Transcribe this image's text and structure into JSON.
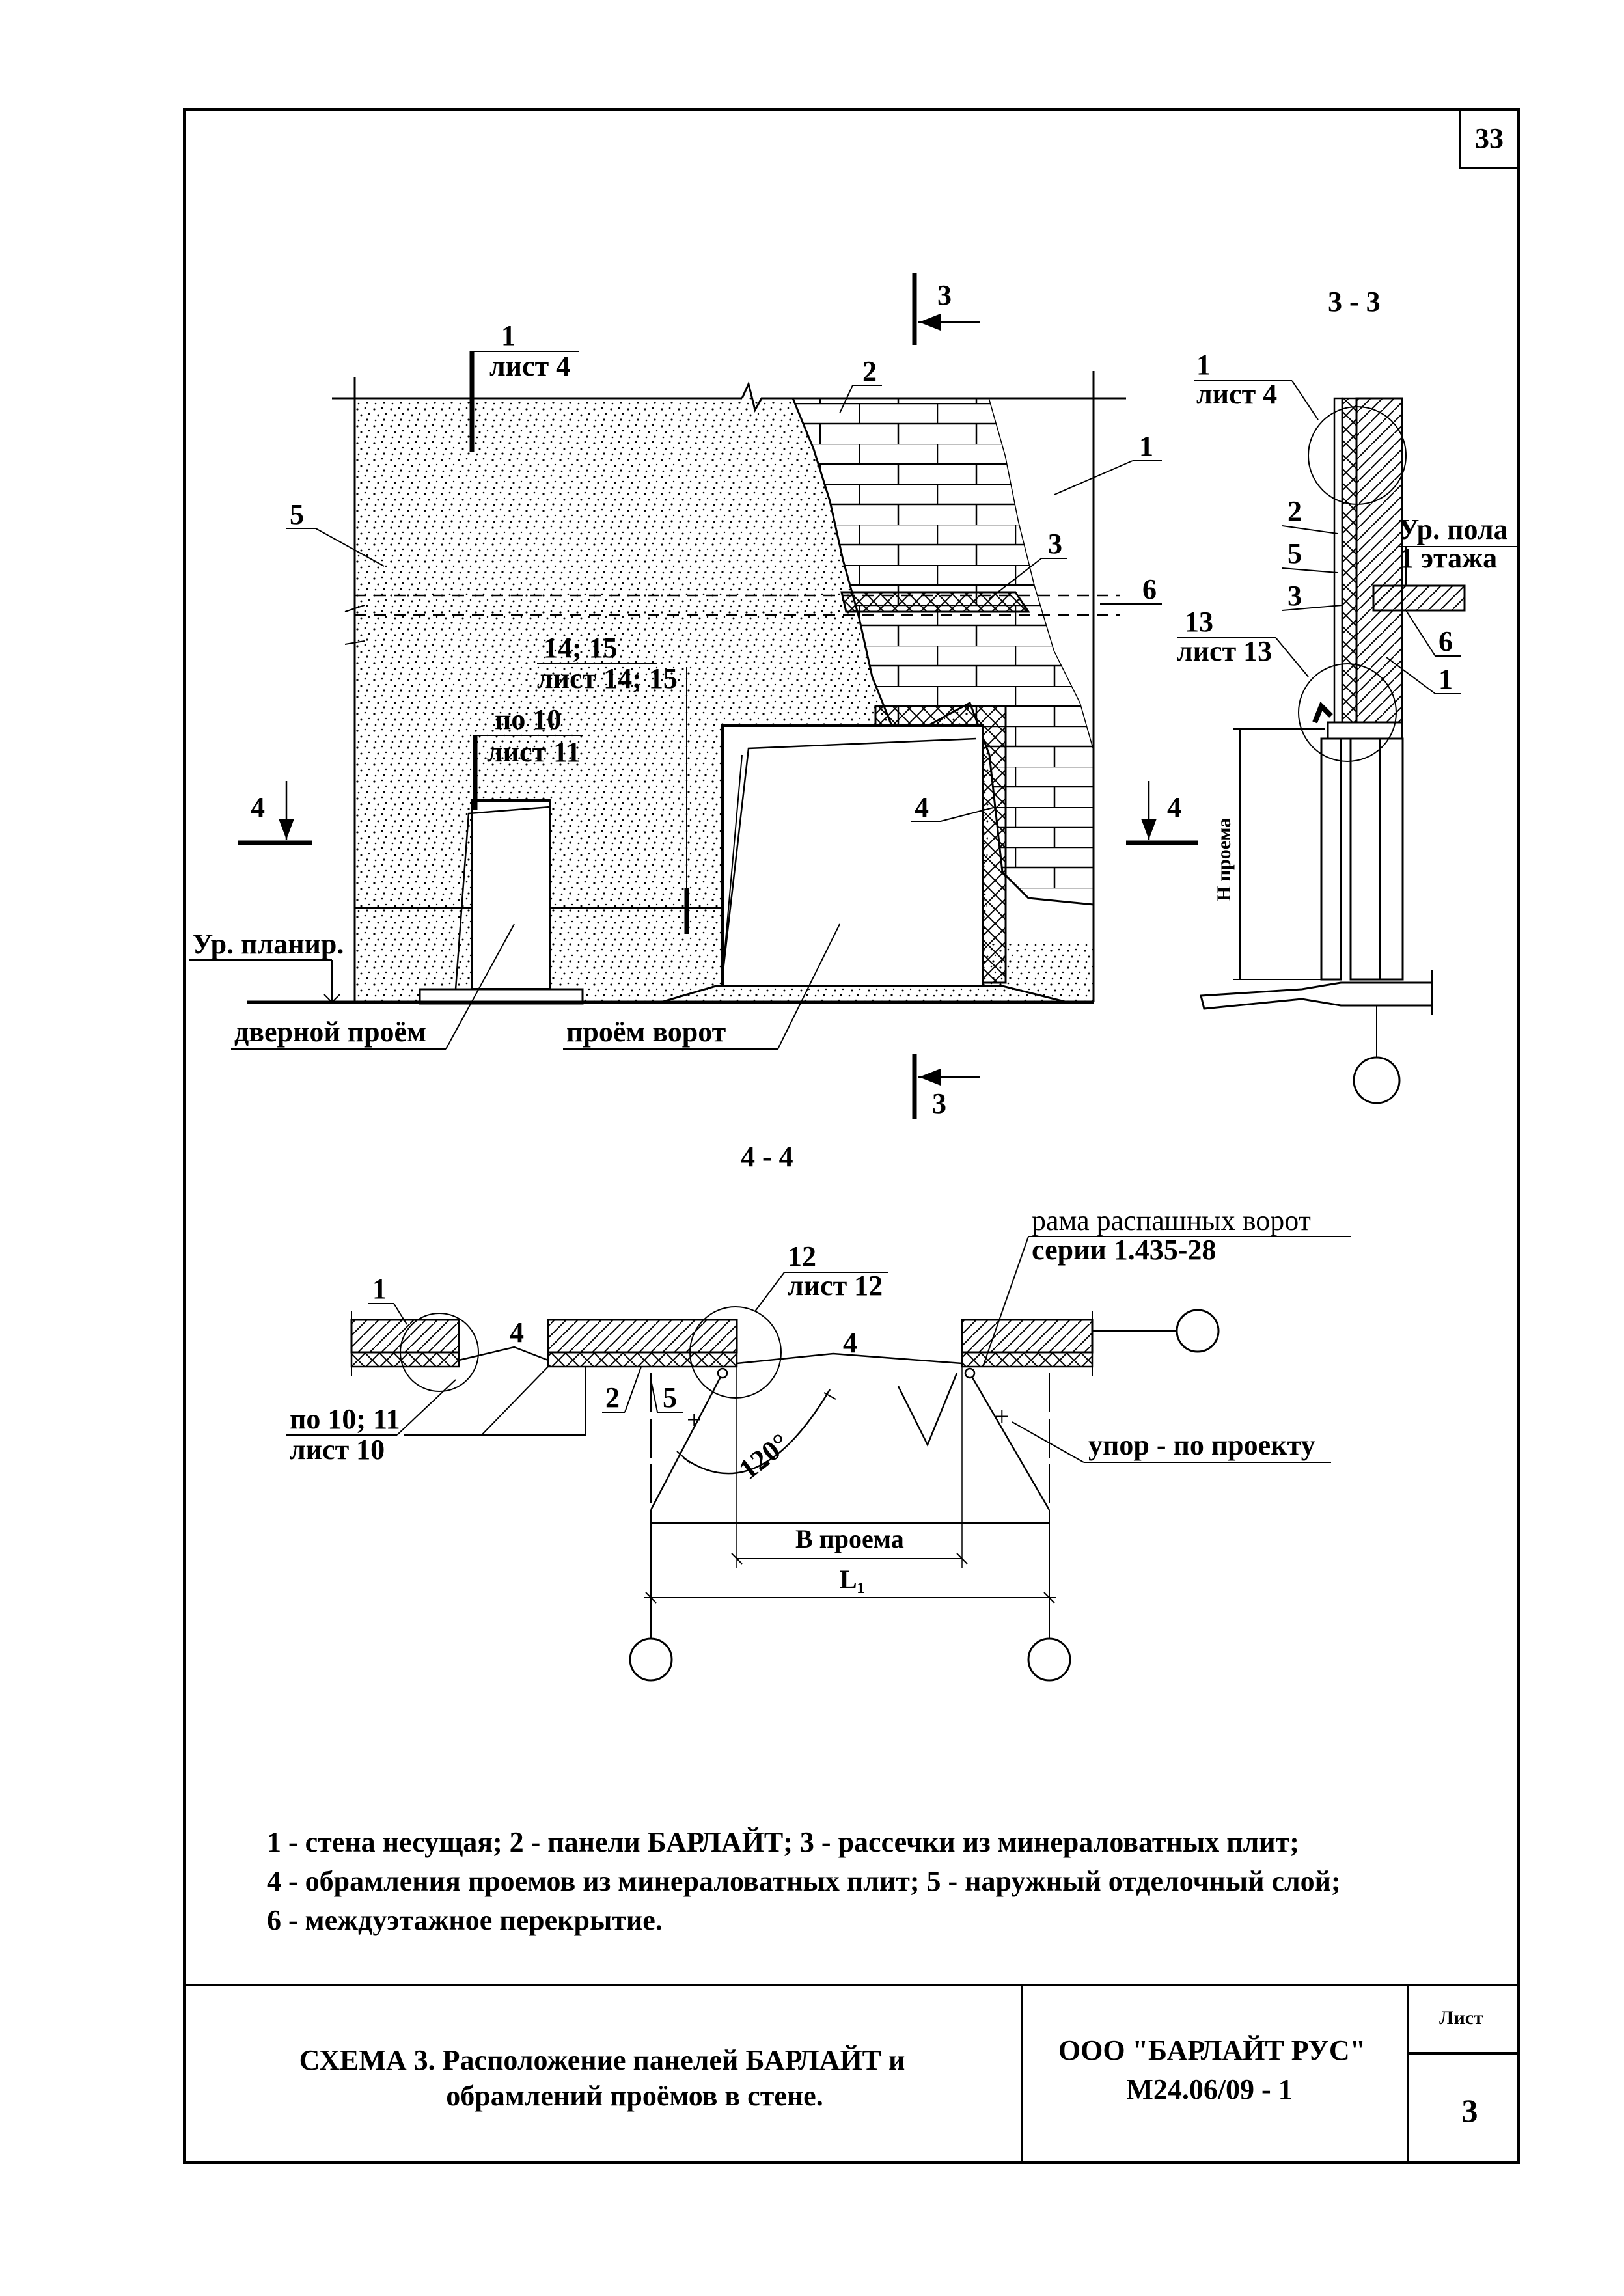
{
  "sheet": {
    "page_number": "33",
    "title_line1": "СХЕМА 3. Расположение панелей БАРЛАЙТ и",
    "title_line2": "обрамлений проёмов в стене.",
    "company": "ООО \"БАРЛАЙТ РУС\"",
    "doc_code": "М24.06/09 - 1",
    "sheet_label": "Лист",
    "sheet_number": "3"
  },
  "elevation": {
    "section_mark_3": "3",
    "section_mark_4": "4",
    "callout_1_num": "1",
    "callout_1_ref": "лист 4",
    "label_2": "2",
    "label_1": "1",
    "label_5": "5",
    "label_3": "3",
    "label_6": "6",
    "label_4": "4",
    "callout_14_num": "14; 15",
    "callout_14_ref": "лист 14; 15",
    "callout_10_num": "по 10",
    "callout_10_ref": "лист 11",
    "grade_level": "Ур. планир.",
    "door_opening": "дверной проём",
    "gate_opening": "проём ворот"
  },
  "section33": {
    "title": "3 - 3",
    "callout_1_num": "1",
    "callout_1_ref": "лист 4",
    "label_2": "2",
    "label_5": "5",
    "label_3": "3",
    "floor_level_1": "Ур. пола",
    "floor_level_2": "1 этажа",
    "label_6": "6",
    "label_1": "1",
    "callout_13_num": "13",
    "callout_13_ref": "лист 13",
    "height_label": "Н проема"
  },
  "section44": {
    "title": "4 - 4",
    "label_1": "1",
    "label_4a": "4",
    "label_4b": "4",
    "callout_12_num": "12",
    "callout_12_ref": "лист 12",
    "gate_frame_1": "рама распашных ворот",
    "gate_frame_2": "серии 1.435-28",
    "label_2": "2",
    "label_5": "5",
    "callout_10_num": "по 10; 11",
    "callout_10_ref": "лист 10",
    "angle": "120°",
    "stop": "упор - по проекту",
    "width_label": "В проема",
    "span_label": "L₁"
  },
  "legend": {
    "line1": "1 - стена несущая; 2 - панели БАРЛАЙТ; 3 - рассечки из минераловатных плит;",
    "line2": "4 - обрамления проемов из минераловатных плит; 5 - наружный отделочный слой;",
    "line3": "6 - междуэтажное перекрытие."
  }
}
